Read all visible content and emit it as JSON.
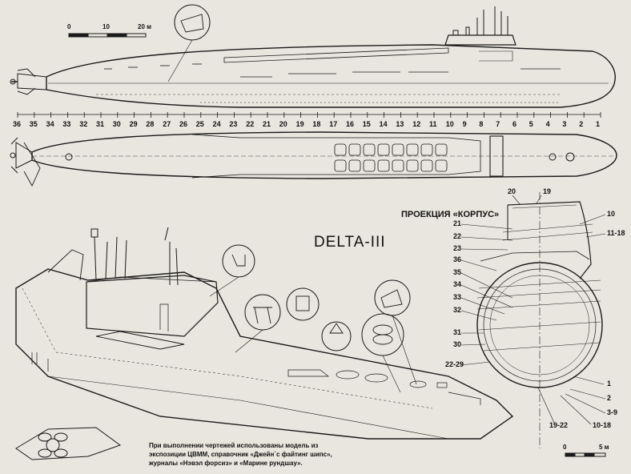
{
  "title": "DELTA-III",
  "projection_title": "ПРОЕКЦИЯ «КОРПУС»",
  "caption_lines": [
    "При выполнении чертежей использованы модель из",
    "экспозиции ЦВММ, справочник «Джейн`с файтинг шипс»,",
    "журналы «Нэвэл форсиз» и «Марине рундшау»."
  ],
  "scale_top": {
    "labels": [
      "0",
      "10",
      "20 м"
    ]
  },
  "scale_bottom": {
    "labels": [
      "0",
      "5 м"
    ]
  },
  "stations": [
    "36",
    "35",
    "34",
    "33",
    "32",
    "31",
    "30",
    "29",
    "28",
    "27",
    "26",
    "25",
    "24",
    "23",
    "22",
    "21",
    "20",
    "19",
    "18",
    "17",
    "16",
    "15",
    "14",
    "13",
    "12",
    "11",
    "10",
    "9",
    "8",
    "7",
    "6",
    "5",
    "4",
    "3",
    "2",
    "1"
  ],
  "section_labels": {
    "left": [
      "21",
      "22",
      "23",
      "36",
      "35",
      "34",
      "33",
      "32",
      "31",
      "30",
      "22-29"
    ],
    "top": [
      "20",
      "19"
    ],
    "right": [
      "10",
      "11-18"
    ],
    "bottom": [
      "1",
      "2",
      "3-9",
      "10-18",
      "19-22"
    ]
  },
  "ink_color": "#1a1a1a",
  "paper_color": "#e9e6df"
}
